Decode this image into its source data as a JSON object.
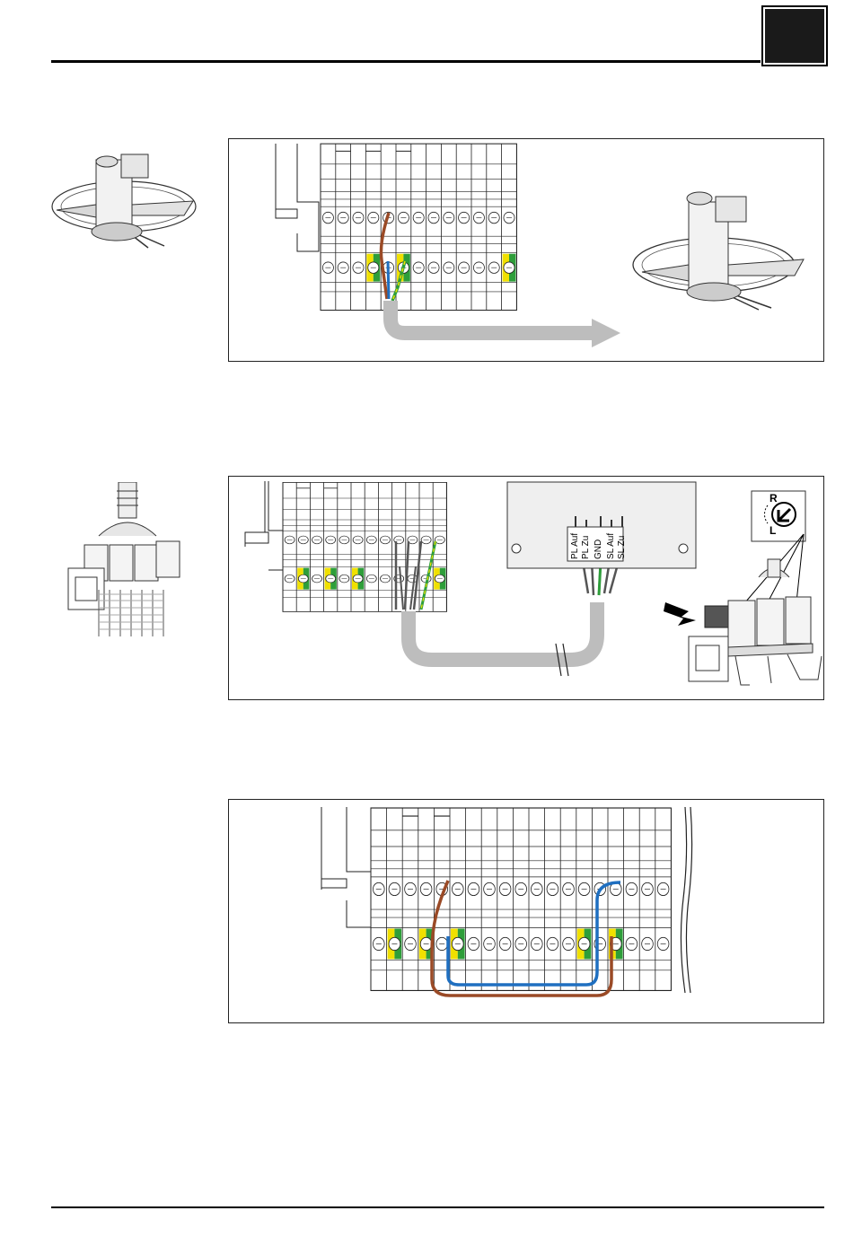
{
  "colors": {
    "brown_wire": "#9a4a26",
    "blue_wire": "#1f6fc0",
    "ground_green": "#2e9e3a",
    "ground_yellow": "#f0e000",
    "cable_gray": "#bdbdbd",
    "tab_dark": "#1a1a1a"
  },
  "icons": [
    "agitator-thumbnail",
    "valve-block-thumbnail",
    "arrow-right",
    "rotation-dial-icon"
  ],
  "connector": {
    "pins": [
      "PL Auf",
      "PL Zu",
      "GND",
      "SL Auf",
      "SL Zu"
    ]
  },
  "rotation_dial": {
    "top_label": "R",
    "bottom_label": "L"
  }
}
